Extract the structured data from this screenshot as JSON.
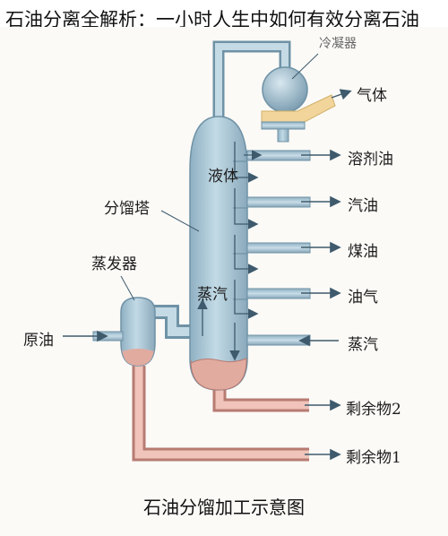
{
  "headline": "石油分离全解析：一小时人生中如何有效分离石油",
  "diagram": {
    "caption": "石油分馏加工示意图",
    "labels": {
      "condenser": "冷凝器",
      "gas": "气体",
      "solvent_oil": "溶剂油",
      "gasoline": "汽油",
      "kerosene": "煤油",
      "diesel": "油气",
      "steam_out": "蒸汽",
      "residue2": "剩余物2",
      "residue1": "剩余物1",
      "liquid": "液体",
      "vapor": "蒸汽",
      "column": "分馏塔",
      "evaporator": "蒸发器",
      "crude": "原油"
    },
    "colors": {
      "pipe": "#a6c3d2",
      "pipe_edge": "#6f92a6",
      "residue": "#e2aba0",
      "residue_edge": "#b77b72",
      "gas_yellow": "#f2d59a",
      "arrow": "#3e5a6c"
    }
  }
}
